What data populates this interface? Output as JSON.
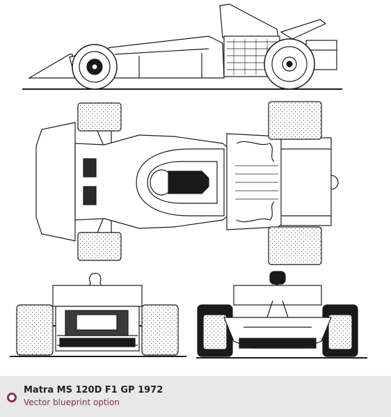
{
  "caption": {
    "title": "Matra MS 120D F1 GP 1972",
    "subtitle": "Vector blueprint option"
  },
  "views": [
    "side-view",
    "top-view",
    "front-view",
    "rear-view"
  ],
  "colors": {
    "caption_background": "#e8e8e8",
    "accent": "#8c3150",
    "line": "#1a1a1a"
  }
}
